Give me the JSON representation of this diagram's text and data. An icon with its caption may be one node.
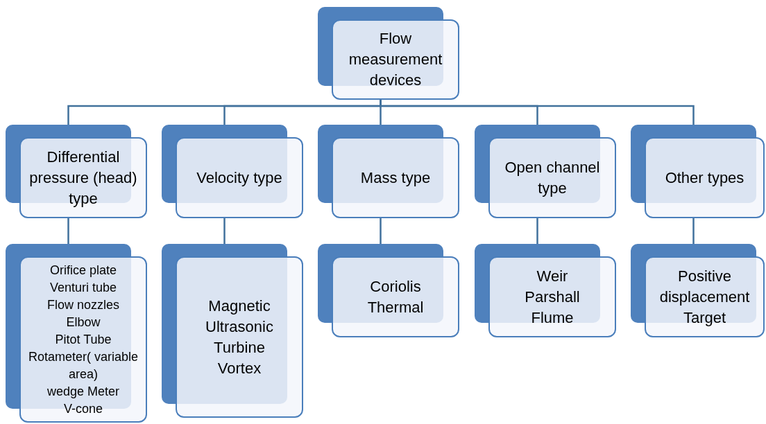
{
  "diagram": {
    "nodes": [
      {
        "text": [
          "Flow measurement devices"
        ]
      },
      {
        "text": [
          "Differential pressure (head) type"
        ]
      },
      {
        "text": [
          "Velocity type"
        ]
      },
      {
        "text": [
          "Mass type"
        ]
      },
      {
        "text": [
          "Open channel type"
        ]
      },
      {
        "text": [
          "Other types"
        ]
      },
      {
        "text": [
          "Orifice plate",
          "Venturi tube",
          "Flow nozzles",
          "Elbow",
          "Pitot Tube",
          "Rotameter( variable area)",
          "wedge Meter",
          "V-cone"
        ]
      },
      {
        "text": [
          "Magnetic",
          "Ultrasonic",
          "Turbine",
          "Vortex"
        ]
      },
      {
        "text": [
          "Coriolis",
          "Thermal"
        ]
      },
      {
        "text": [
          "Weir",
          "Parshall",
          "Flume"
        ]
      },
      {
        "text": [
          "Positive displacement",
          "Target"
        ]
      }
    ],
    "edges": [
      {
        "from": 0,
        "to": 1,
        "arrow": "none"
      },
      {
        "from": 0,
        "to": 2,
        "arrow": "none"
      },
      {
        "from": 0,
        "to": 3,
        "arrow": "none"
      },
      {
        "from": 0,
        "to": 4,
        "arrow": "none"
      },
      {
        "from": 0,
        "to": 5,
        "arrow": "none"
      },
      {
        "from": 1,
        "to": 6,
        "arrow": "none"
      },
      {
        "from": 2,
        "to": 7,
        "arrow": "none"
      },
      {
        "from": 3,
        "to": 8,
        "arrow": "none"
      },
      {
        "from": 4,
        "to": 9,
        "arrow": "none"
      },
      {
        "from": 5,
        "to": 10,
        "arrow": "none"
      }
    ]
  }
}
